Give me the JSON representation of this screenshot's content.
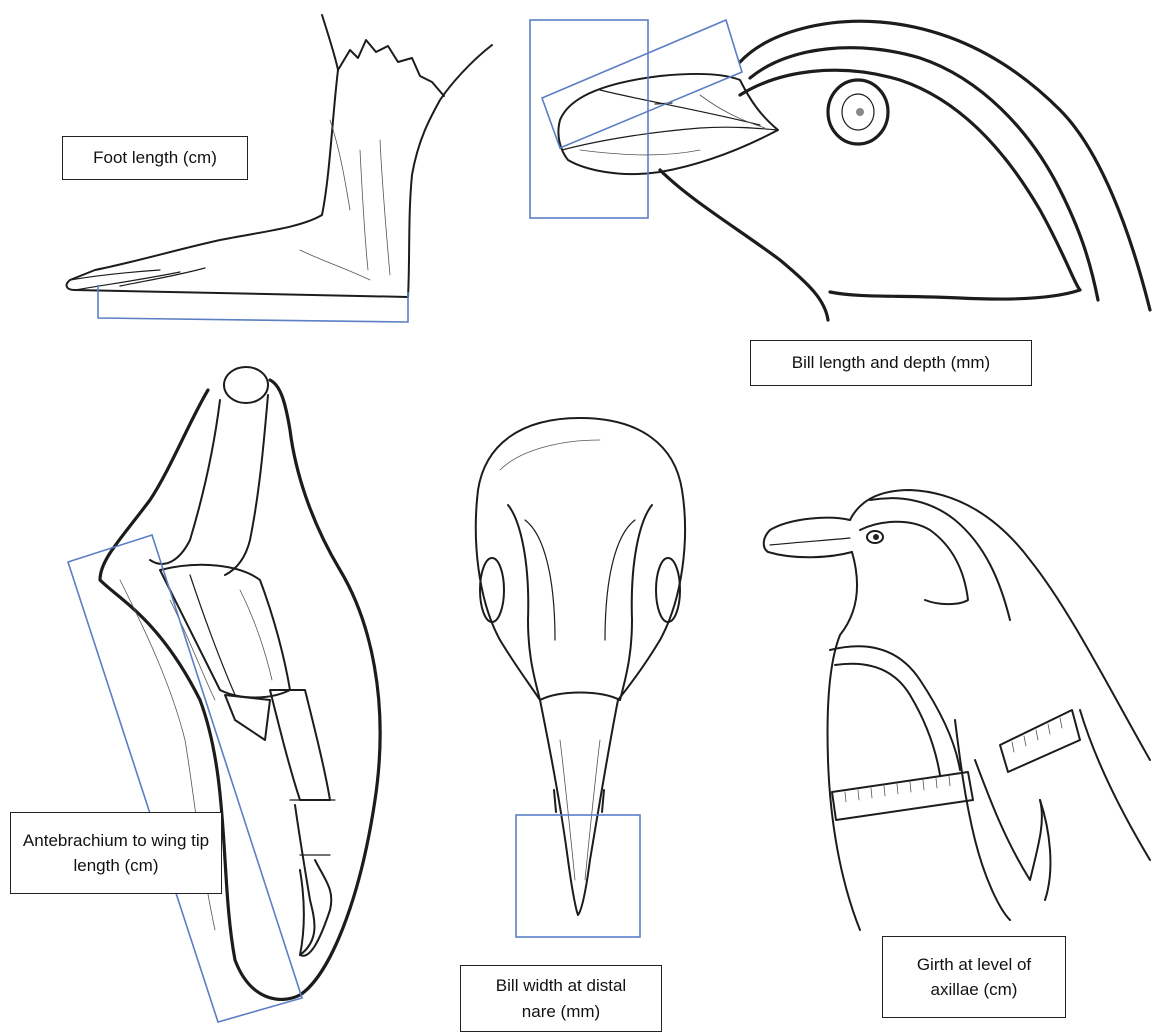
{
  "labels": {
    "foot": "Foot length (cm)",
    "bill_length_depth": "Bill length and depth (mm)",
    "wing": "Antebrachium to wing tip length (cm)",
    "bill_width": "Bill width at distal nare (mm)",
    "girth": "Girth at level of axillae (cm)"
  },
  "colors": {
    "measurement_box": "#5b7ec4",
    "ink": "#1c1c1c"
  }
}
